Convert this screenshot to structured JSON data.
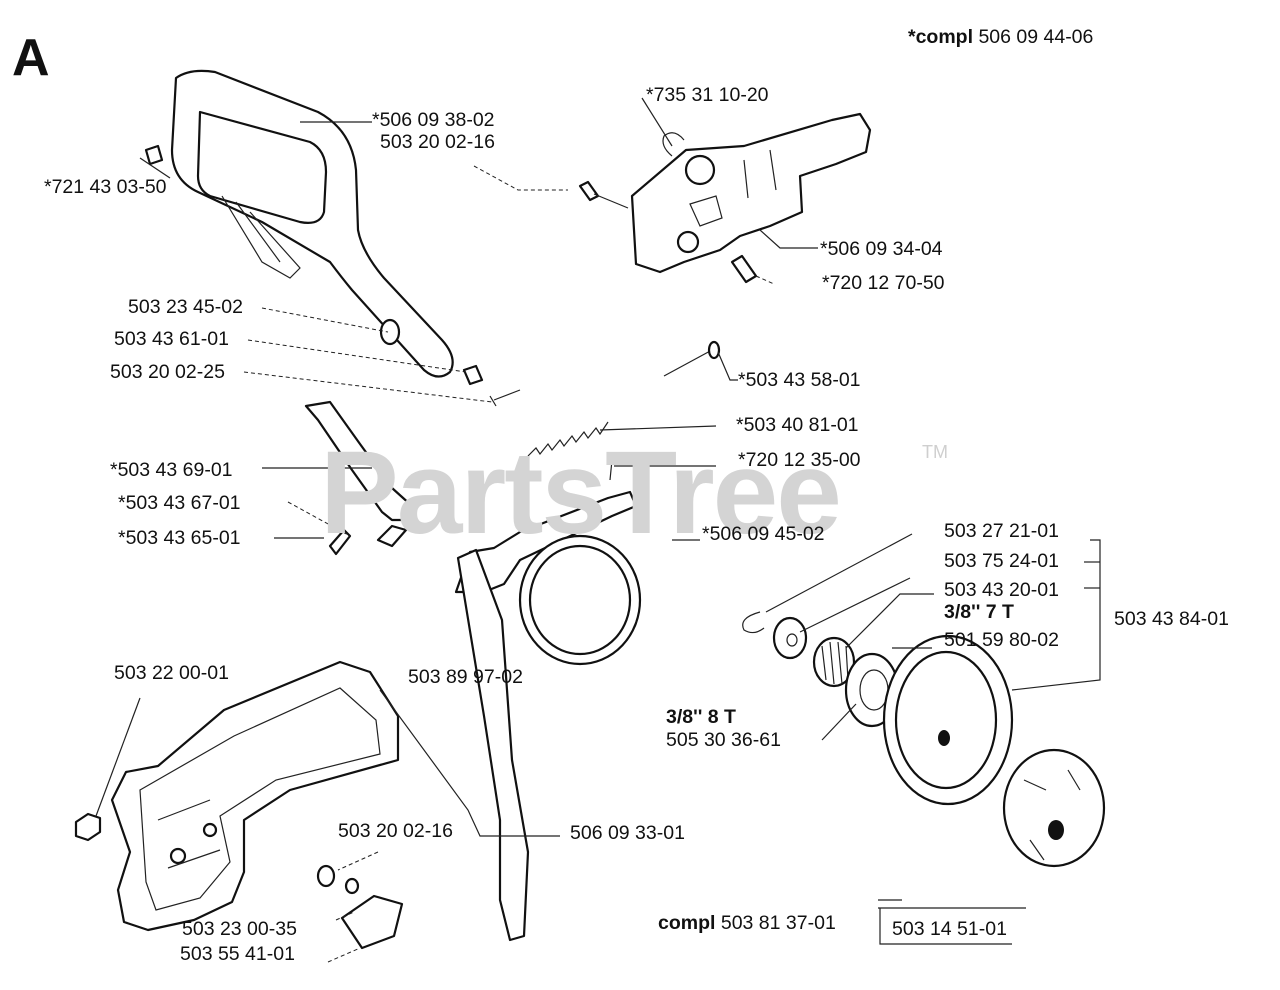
{
  "section_letter": "A",
  "watermark": "PartsTree",
  "trademark": "TM",
  "compl_top": {
    "prefix": "*compl",
    "number": "506 09 44-06"
  },
  "compl_bottom": {
    "prefix": "compl",
    "number": "503 81 37-01"
  },
  "labels": {
    "l1": "*506 09 38-02",
    "l2": "503 20 02-16",
    "l3": "*721 43 03-50",
    "l4": "*735 31 10-20",
    "l5": "*506 09 34-04",
    "l6": "*720 12 70-50",
    "l7": "503 23 45-02",
    "l8": "503 43 61-01",
    "l9": "503 20 02-25",
    "l10": "*503 43 58-01",
    "l11": "*503 40 81-01",
    "l12": "*720 12 35-00",
    "l13": "*503 43  69-01",
    "l14": "*503 43 67-01",
    "l15": "*503 43 65-01",
    "l16": "*506 09 45-02",
    "l17": "503 27 21-01",
    "l18": "503 75 24-01",
    "l19": "503 43 20-01",
    "l20": "3/8'' 7 T",
    "l21": "501 59 80-02",
    "l22": "503 43 84-01",
    "l23": "503 22 00-01",
    "l24": "503 89 97-02",
    "l25": "3/8'' 8 T",
    "l26": "505 30 36-61",
    "l27": "503 20 02-16",
    "l28": "506 09 33-01",
    "l29": "503 23 00-35",
    "l30": "503 55 41-01",
    "l31": "503 14 51-01"
  }
}
